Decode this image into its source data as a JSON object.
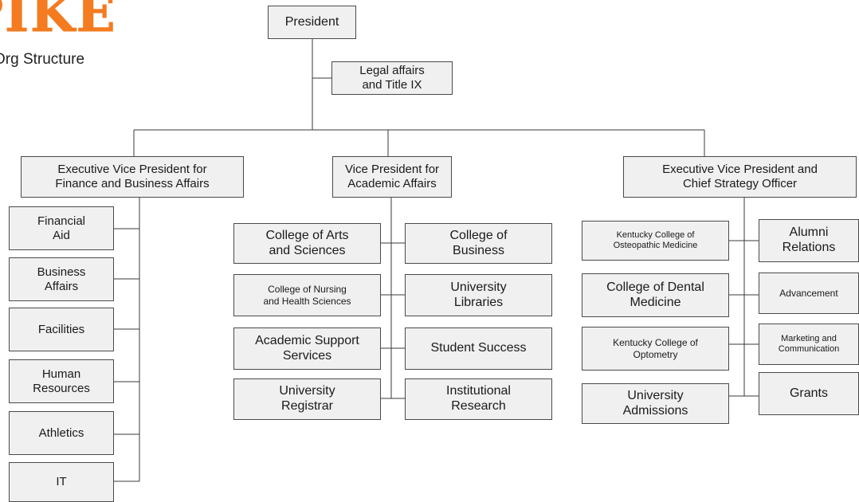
{
  "header": {
    "logo_text": "PIKE",
    "subtitle": "Org Structure"
  },
  "boxes": {
    "president": "President",
    "legal": "Legal affairs\nand Title IX",
    "evp_finance": "Executive Vice President for\nFinance and Business Affairs",
    "vp_academic": "Vice President for\nAcademic Affairs",
    "evp_strategy": "Executive Vice President and\nChief Strategy Officer",
    "financial_aid": "Financial\nAid",
    "business_affairs": "Business\nAffairs",
    "facilities": "Facilities",
    "human_resources": "Human\nResources",
    "athletics": "Athletics",
    "it": "IT",
    "arts_sciences": "College of Arts\nand Sciences",
    "business": "College of\nBusiness",
    "nursing": "College of Nursing\nand Health Sciences",
    "libraries": "University\nLibraries",
    "academic_support": "Academic Support\nServices",
    "student_success": "Student Success",
    "registrar": "University\nRegistrar",
    "institutional_research": "Institutional\nResearch",
    "osteopathic": "Kentucky College of\nOsteopathic Medicine",
    "alumni": "Alumni\nRelations",
    "dental": "College of Dental\nMedicine",
    "advancement": "Advancement",
    "optometry": "Kentucky College of\nOptometry",
    "marketing": "Marketing and\nCommunication",
    "admissions": "University\nAdmissions",
    "grants": "Grants"
  },
  "colors": {
    "logo": "#f47b20",
    "box_fill": "#f0f0f0",
    "box_border": "#4a4a4a",
    "connector": "#3a3a3a"
  }
}
